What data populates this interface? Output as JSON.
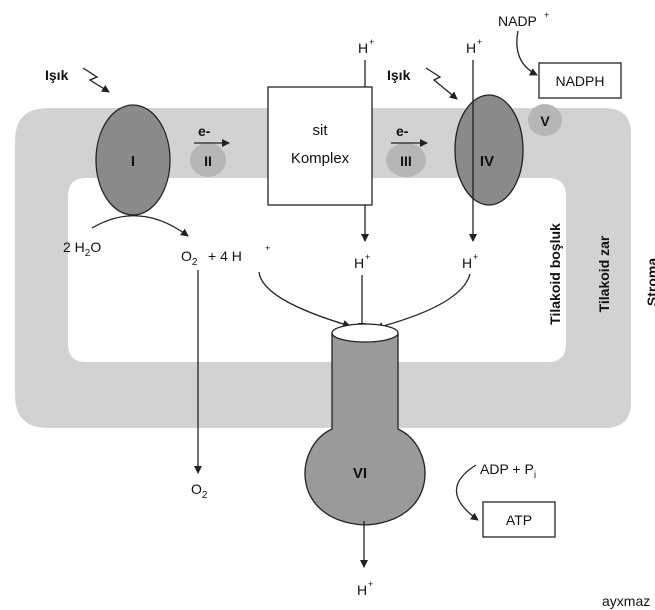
{
  "colors": {
    "membrane": "#d2d2d2",
    "protein": "#8a8a8a",
    "small_protein": "#b6b6b6",
    "atp_synthase": "#9a9a9a",
    "line": "#222222"
  },
  "labels": {
    "light_1": "Işık",
    "light_2": "Işık",
    "complex_1": "I",
    "complex_2": "II",
    "complex_3": "III",
    "complex_4": "IV",
    "complex_5": "V",
    "complex_6": "VI",
    "electron_1": "e-",
    "electron_2": "e-",
    "cyt_line1": "sit",
    "cyt_line2": "Komplex",
    "water": "2 H",
    "water_sub": "2",
    "water_end": "O",
    "oxygen_1": "O",
    "oxygen_1_sub": "2",
    "plus_4h": "+ 4 H",
    "oxygen_2": "O",
    "oxygen_2_sub": "2",
    "proton": "H",
    "proton_charge": "+",
    "nadp": "NADP",
    "nadph": "NADPH",
    "adp": "ADP  +  P",
    "adp_sub": "i",
    "atp": "ATP",
    "lumen": "Tilakoid boşluk",
    "membrane": "Tilakoid zar",
    "stroma": "Stroma",
    "signature": "ayxmaz"
  }
}
